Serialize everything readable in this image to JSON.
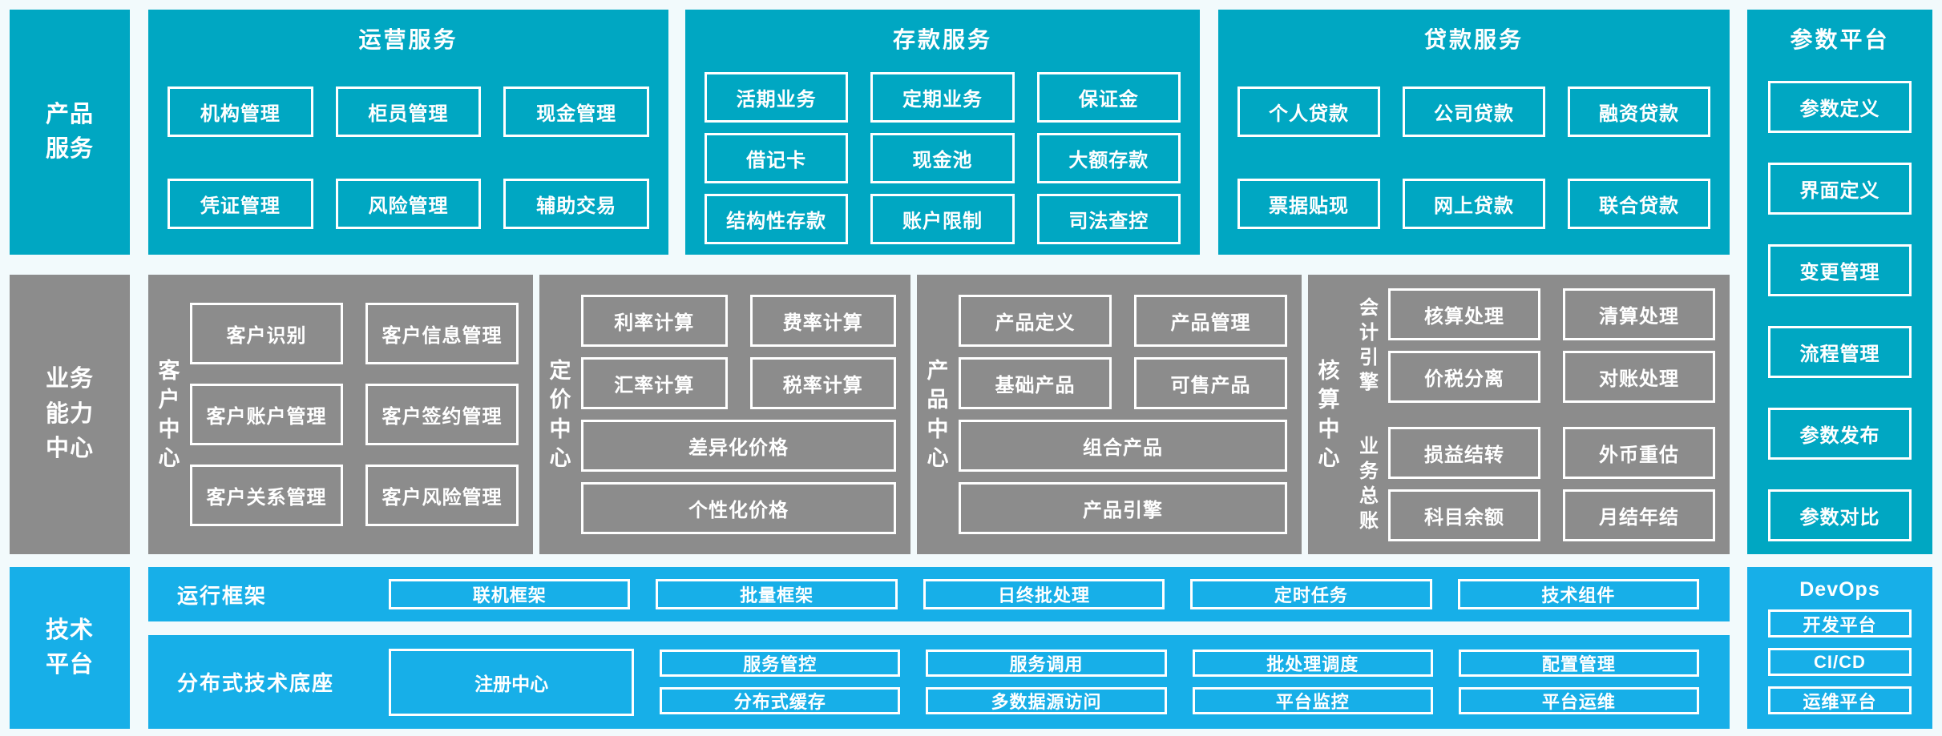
{
  "colors": {
    "teal": "#00A7C2",
    "gray": "#8C8C8C",
    "blue": "#17AFE8",
    "bg": "#F2FAFC",
    "text": "#FFFFFF"
  },
  "left_rail": [
    "产品服务",
    "业务能力中心",
    "技术平台"
  ],
  "top_sections": [
    {
      "title": "运营服务",
      "rows": [
        [
          "机构管理",
          "柜员管理",
          "现金管理"
        ],
        [
          "凭证管理",
          "风险管理",
          "辅助交易"
        ]
      ]
    },
    {
      "title": "存款服务",
      "rows": [
        [
          "活期业务",
          "定期业务",
          "保证金"
        ],
        [
          "借记卡",
          "现金池",
          "大额存款"
        ],
        [
          "结构性存款",
          "账户限制",
          "司法查控"
        ]
      ]
    },
    {
      "title": "贷款服务",
      "rows": [
        [
          "个人贷款",
          "公司贷款",
          "融资贷款"
        ],
        [
          "票据贴现",
          "网上贷款",
          "联合贷款"
        ]
      ]
    }
  ],
  "param_platform": {
    "title": "参数平台",
    "items": [
      "参数定义",
      "界面定义",
      "变更管理",
      "流程管理",
      "参数发布",
      "参数对比"
    ]
  },
  "middle_sections": [
    {
      "label": "客户中心",
      "rows": [
        [
          "客户识别",
          "客户信息管理"
        ],
        [
          "客户账户管理",
          "客户签约管理"
        ],
        [
          "客户关系管理",
          "客户风险管理"
        ]
      ]
    },
    {
      "label": "定价中心",
      "rows": [
        [
          "利率计算",
          "费率计算"
        ],
        [
          "汇率计算",
          "税率计算"
        ],
        [
          "差异化价格"
        ],
        [
          "个性化价格"
        ]
      ]
    },
    {
      "label": "产品中心",
      "rows": [
        [
          "产品定义",
          "产品管理"
        ],
        [
          "基础产品",
          "可售产品"
        ],
        [
          "组合产品"
        ],
        [
          "产品引擎"
        ]
      ]
    },
    {
      "label": "核算中心",
      "groups": [
        {
          "label": "会计引擎",
          "rows": [
            [
              "核算处理",
              "清算处理"
            ],
            [
              "价税分离",
              "对账处理"
            ]
          ]
        },
        {
          "label": "业务总账",
          "rows": [
            [
              "损益结转",
              "外币重估"
            ],
            [
              "科目余额",
              "月结年结"
            ]
          ]
        }
      ]
    }
  ],
  "bottom": {
    "runtime": {
      "label": "运行框架",
      "items": [
        "联机框架",
        "批量框架",
        "日终批处理",
        "定时任务",
        "技术组件"
      ]
    },
    "distributed": {
      "label": "分布式技术底座",
      "registry": "注册中心",
      "columns": [
        [
          "服务管控",
          "分布式缓存"
        ],
        [
          "服务调用",
          "多数据源访问"
        ],
        [
          "批处理调度",
          "平台监控"
        ],
        [
          "配置管理",
          "平台运维"
        ]
      ]
    },
    "devops": {
      "title": "DevOps",
      "items": [
        "开发平台",
        "CI/CD",
        "运维平台"
      ]
    }
  }
}
